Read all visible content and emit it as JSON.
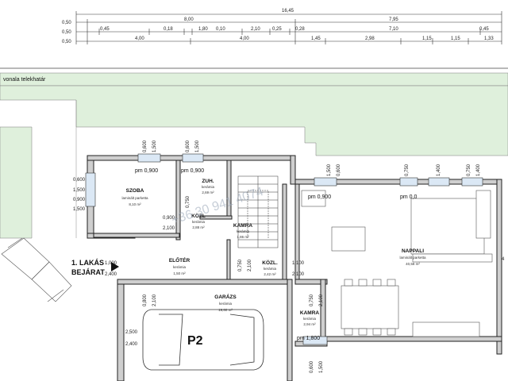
{
  "dimensions": {
    "row1": [
      "16,45"
    ],
    "row2": [
      "0,50",
      "8,00",
      "7,95"
    ],
    "row3": [
      "0,50",
      "0,45",
      "0,18",
      "1,80",
      "0,10",
      "2,10",
      "0,25",
      "0,28",
      "7,10",
      "0,45"
    ],
    "row4": [
      "0,50",
      "4,00",
      "4,00",
      "1,45",
      "2,98",
      "1,15",
      "1,15",
      "1,33"
    ]
  },
  "site": {
    "boundary_label": "vonala telekhatár"
  },
  "rooms": {
    "szoba": {
      "name": "SZOBA",
      "floor": "laminált parketta",
      "area": "8,10 m²"
    },
    "zuh": {
      "name": "ZUH.",
      "floor": "kerámia",
      "area": "2,69 m²"
    },
    "kozl1": {
      "name": "KÖZL",
      "floor": "kerámia",
      "area": "2,88 m²"
    },
    "kamra1": {
      "name": "KAMRA",
      "floor": "kerámia",
      "area": "1,86 m²"
    },
    "eloter": {
      "name": "ELŐTÉR",
      "floor": "kerámia",
      "area": "1,50 m²"
    },
    "kozl2": {
      "name": "KÖZL.",
      "floor": "kerámia",
      "area": "2,42 m²"
    },
    "nappali": {
      "name": "NAPPALI",
      "floor": "laminált parketta",
      "area": "40,58 m²"
    },
    "garazs": {
      "name": "GARÁZS",
      "floor": "kerámia",
      "area": "19,60 m²"
    },
    "kamra2": {
      "name": "KAMRA",
      "floor": "kerámia",
      "area": "2,94 m²"
    }
  },
  "labels": {
    "entrance_line1": "1. LAKÁS",
    "entrance_line2": "BEJÁRAT",
    "parking": "P2",
    "pm_szoba": "pm 0,900",
    "pm_zuh": "pm 0,900",
    "pm_nappali": "pm 0,900",
    "pm_nappali2": "pm 0,0",
    "pm_kamra": "pm 1,800",
    "watermark": "+36 30 941 4074"
  },
  "openings": {
    "w_szoba_a": "0,600",
    "w_szoba_b": "1,500",
    "w_zuh_a": "0,600",
    "w_zuh_b": "1,500",
    "w_left_a": "0,600",
    "w_left_b": "1,500",
    "w_left_c": "0,900",
    "w_left_d": "1,500",
    "w_left_e": "0,900",
    "w_left_f": "2,100",
    "w_nap_a": "1,500",
    "w_nap_b": "0,600",
    "w_nap_c": "0,750",
    "w_nap_d": "1,400",
    "w_nap_e": "0,750",
    "w_nap_f": "1,400",
    "d_szoba_a": "0,900",
    "d_szoba_b": "2,100",
    "d_zuh": "0,750",
    "d_eloter_a": "1,000",
    "d_eloter_b": "2,400",
    "d_kozl_a": "0,750",
    "d_kozl_b": "2,100",
    "d_kozl2_a": "1,100",
    "d_kozl2_b": "2,100",
    "d_gar_a": "0,800",
    "d_gar_b": "2,100",
    "d_gar_c": "2,500",
    "d_gar_d": "2,400",
    "d_kamra_a": "0,750",
    "d_kamra_b": "2,100",
    "d_bottom_a": "0,600",
    "d_bottom_b": "1,500",
    "right_edge": "4"
  },
  "colors": {
    "lawn": "#dff0dc",
    "wall": "#cfcfcf",
    "line": "#222222",
    "watermark": "#9aa7b8"
  }
}
